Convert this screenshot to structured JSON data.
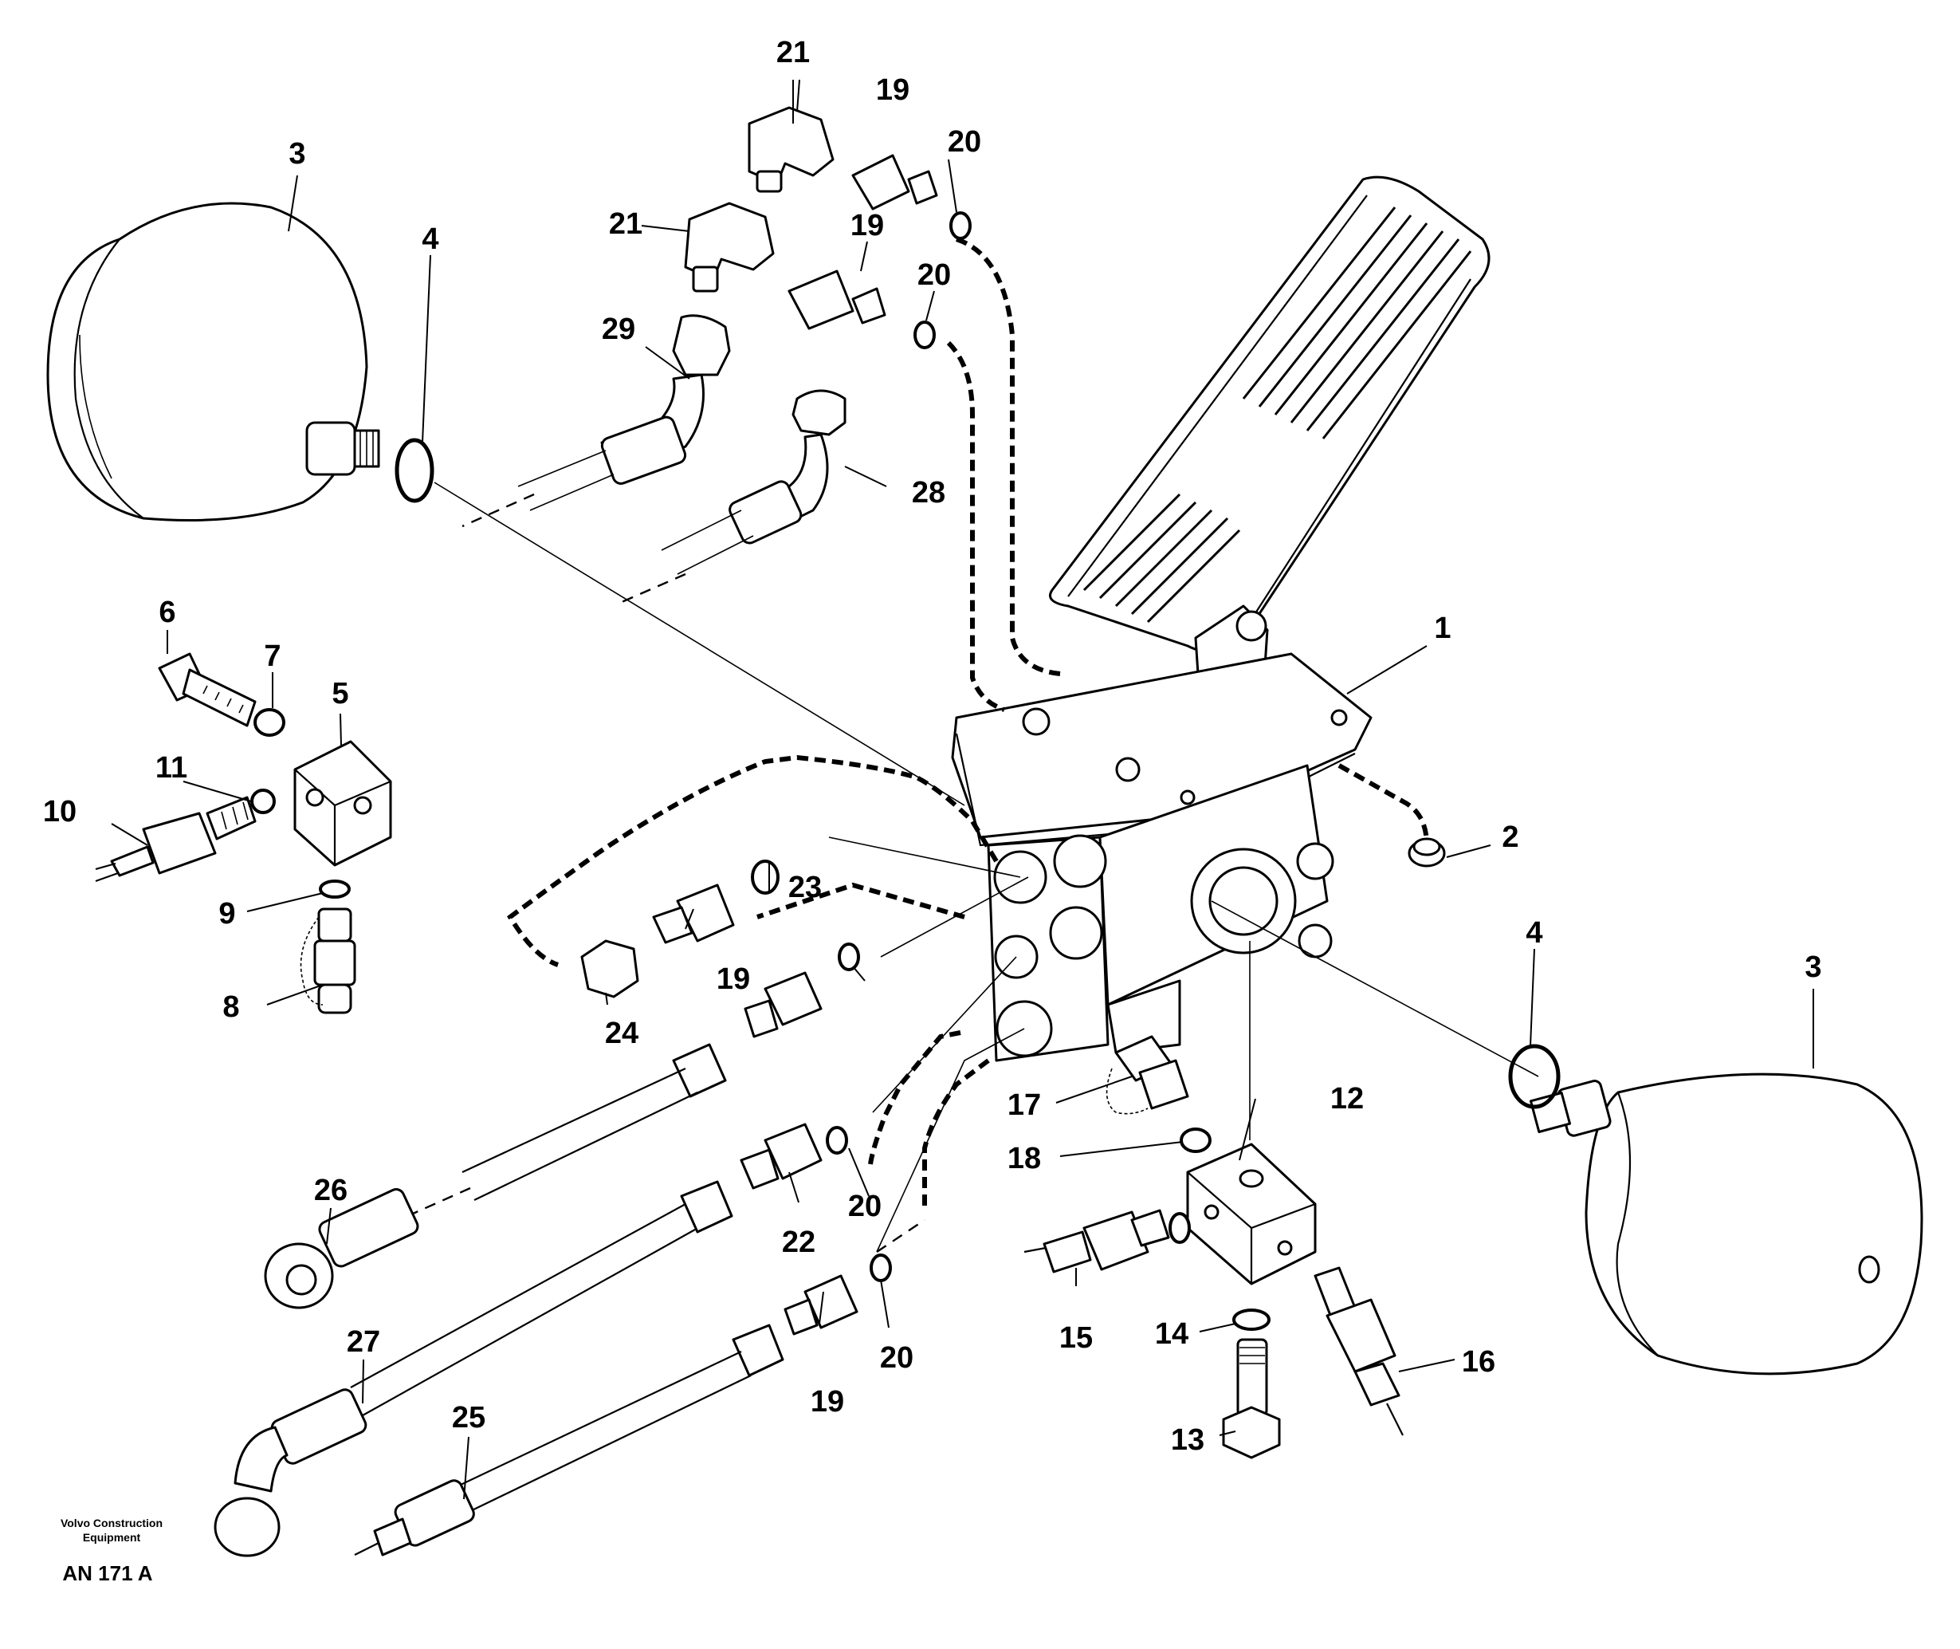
{
  "callouts": [
    {
      "id": "c1",
      "text": "1"
    },
    {
      "id": "c2",
      "text": "2"
    },
    {
      "id": "c3a",
      "text": "3"
    },
    {
      "id": "c3b",
      "text": "3"
    },
    {
      "id": "c4a",
      "text": "4"
    },
    {
      "id": "c4b",
      "text": "4"
    },
    {
      "id": "c5",
      "text": "5"
    },
    {
      "id": "c6",
      "text": "6"
    },
    {
      "id": "c7",
      "text": "7"
    },
    {
      "id": "c8",
      "text": "8"
    },
    {
      "id": "c9",
      "text": "9"
    },
    {
      "id": "c10",
      "text": "10"
    },
    {
      "id": "c11",
      "text": "11"
    },
    {
      "id": "c12",
      "text": "12"
    },
    {
      "id": "c13",
      "text": "13"
    },
    {
      "id": "c14",
      "text": "14"
    },
    {
      "id": "c15",
      "text": "15"
    },
    {
      "id": "c16",
      "text": "16"
    },
    {
      "id": "c17",
      "text": "17"
    },
    {
      "id": "c18",
      "text": "18"
    },
    {
      "id": "c19a",
      "text": "19"
    },
    {
      "id": "c19b",
      "text": "19"
    },
    {
      "id": "c19c",
      "text": "19"
    },
    {
      "id": "c19d",
      "text": "19"
    },
    {
      "id": "c20a",
      "text": "20"
    },
    {
      "id": "c20b",
      "text": "20"
    },
    {
      "id": "c20c",
      "text": "20"
    },
    {
      "id": "c20d",
      "text": "20"
    },
    {
      "id": "c21a",
      "text": "21"
    },
    {
      "id": "c21b",
      "text": "21"
    },
    {
      "id": "c22",
      "text": "22"
    },
    {
      "id": "c23",
      "text": "23"
    },
    {
      "id": "c24",
      "text": "24"
    },
    {
      "id": "c25",
      "text": "25"
    },
    {
      "id": "c26",
      "text": "26"
    },
    {
      "id": "c27",
      "text": "27"
    },
    {
      "id": "c28",
      "text": "28"
    },
    {
      "id": "c29",
      "text": "29"
    }
  ],
  "footer": {
    "brand_line1": "Volvo Construction",
    "brand_line2": "Equipment",
    "drawing_code": "AN 171 A"
  }
}
